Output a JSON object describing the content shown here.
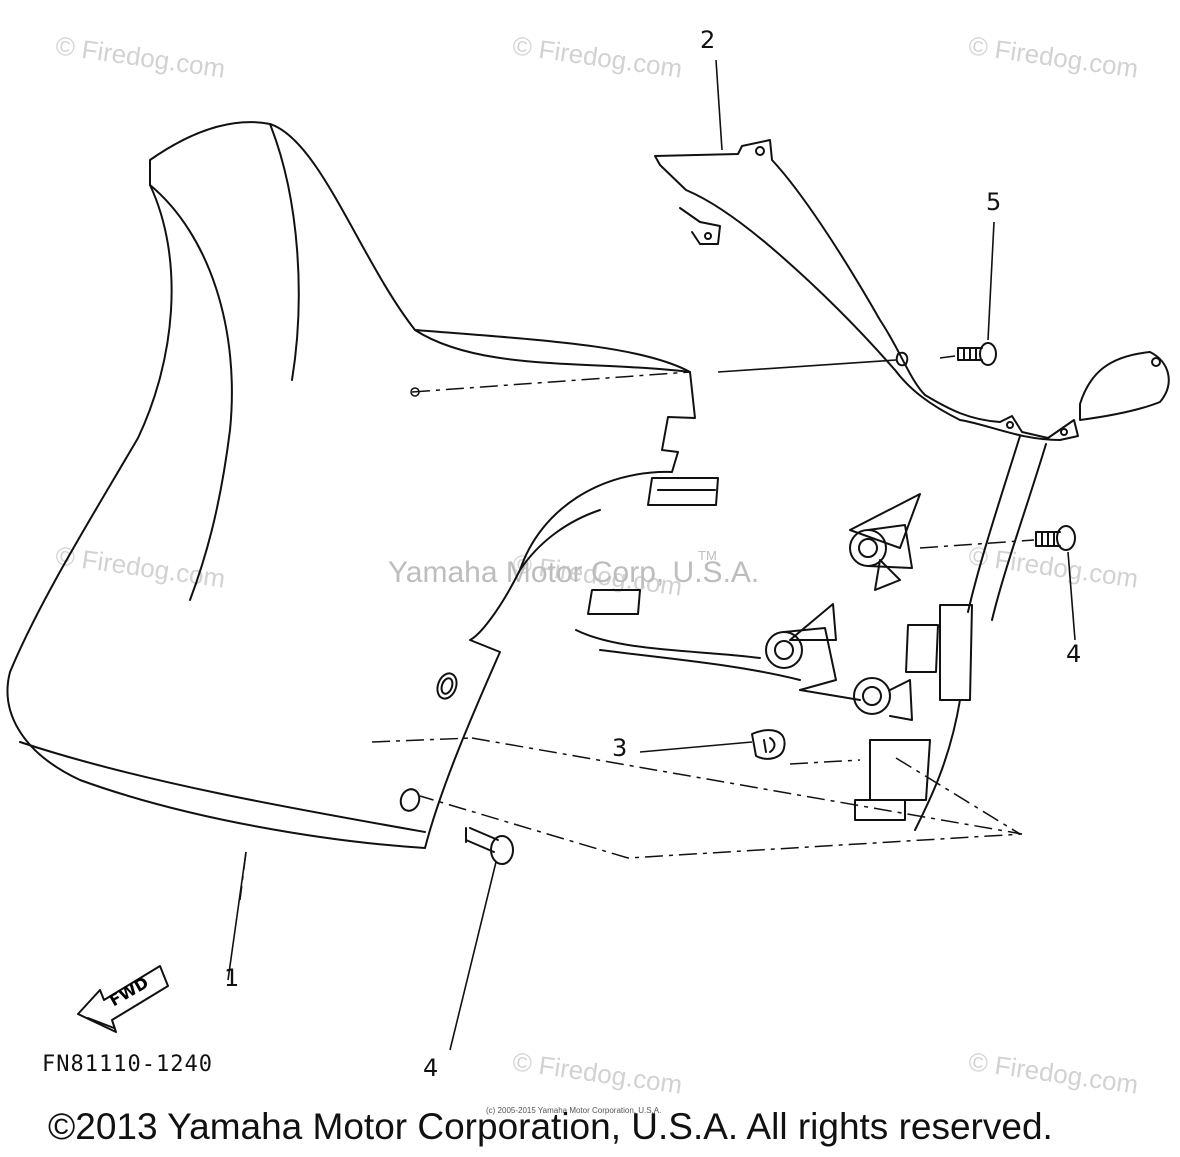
{
  "callouts": {
    "c1": "1",
    "c2": "2",
    "c3": "3",
    "c4a": "4",
    "c4b": "4",
    "c5": "5"
  },
  "fwd_label": "FWD",
  "part_code": "FN81110-1240",
  "watermark_text": "© Firedog.com",
  "center_text": "Yamaha Motor Corp, U.S.A.",
  "center_tm": "TM",
  "fine_print": "(c) 2005-2015 Yamaha Motor Corporation, U.S.A.",
  "copyright": "©2013 Yamaha Motor Corporation, U.S.A. All rights reserved."
}
